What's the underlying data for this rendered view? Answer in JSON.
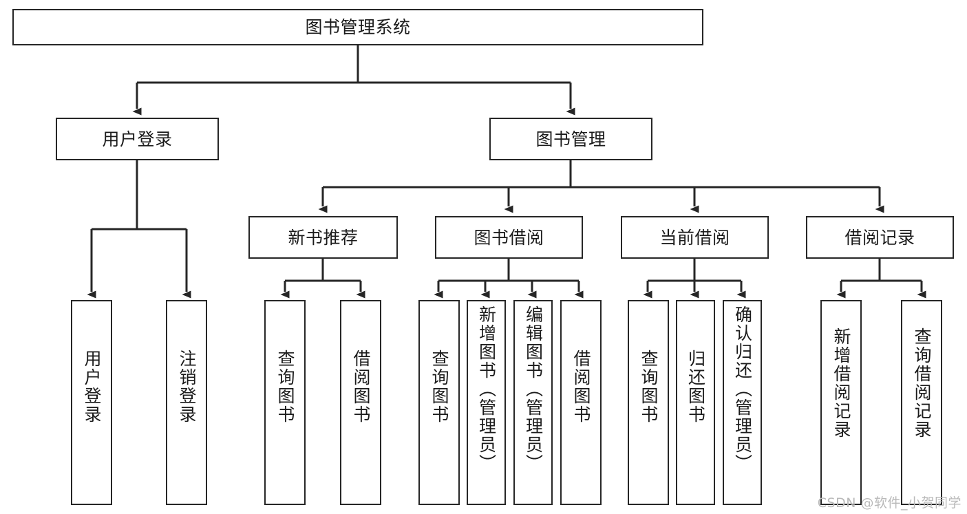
{
  "diagram": {
    "title": "图书管理系统",
    "watermark": "CSDN @软件_小贺同学",
    "line_color": "#262626",
    "box_fill": "#ffffff",
    "text_color": "#1b1b1b",
    "watermark_color": "#b9b9b9"
  },
  "nodes": {
    "root": {
      "label": "图书管理系统"
    },
    "level1": [
      {
        "label": "用户登录"
      },
      {
        "label": "图书管理"
      }
    ],
    "level2": [
      {
        "label": "新书推荐"
      },
      {
        "label": "图书借阅"
      },
      {
        "label": "当前借阅"
      },
      {
        "label": "借阅记录"
      }
    ],
    "leaves": {
      "user_login": [
        {
          "label": "用户登录"
        },
        {
          "label": "注销登录"
        }
      ],
      "new_book": [
        {
          "label": "查询图书"
        },
        {
          "label": "借阅图书"
        }
      ],
      "book_borrow": [
        {
          "label": "查询图书"
        },
        {
          "label": "新增图书（管理员）"
        },
        {
          "label": "编辑图书（管理员）"
        },
        {
          "label": "借阅图书"
        }
      ],
      "current_borrow": [
        {
          "label": "查询图书"
        },
        {
          "label": "归还图书"
        },
        {
          "label": "确认归还（管理员）"
        }
      ],
      "borrow_record": [
        {
          "label": "新增借阅记录"
        },
        {
          "label": "查询借阅记录"
        }
      ]
    }
  },
  "tree": {
    "图书管理系统": [
      "用户登录",
      "图书管理"
    ],
    "用户登录": [
      "用户登录",
      "注销登录"
    ],
    "图书管理": [
      "新书推荐",
      "图书借阅",
      "当前借阅",
      "借阅记录"
    ],
    "新书推荐": [
      "查询图书",
      "借阅图书"
    ],
    "图书借阅": [
      "查询图书",
      "新增图书（管理员）",
      "编辑图书（管理员）",
      "借阅图书"
    ],
    "当前借阅": [
      "查询图书",
      "归还图书",
      "确认归还（管理员）"
    ],
    "借阅记录": [
      "新增借阅记录",
      "查询借阅记录"
    ]
  }
}
